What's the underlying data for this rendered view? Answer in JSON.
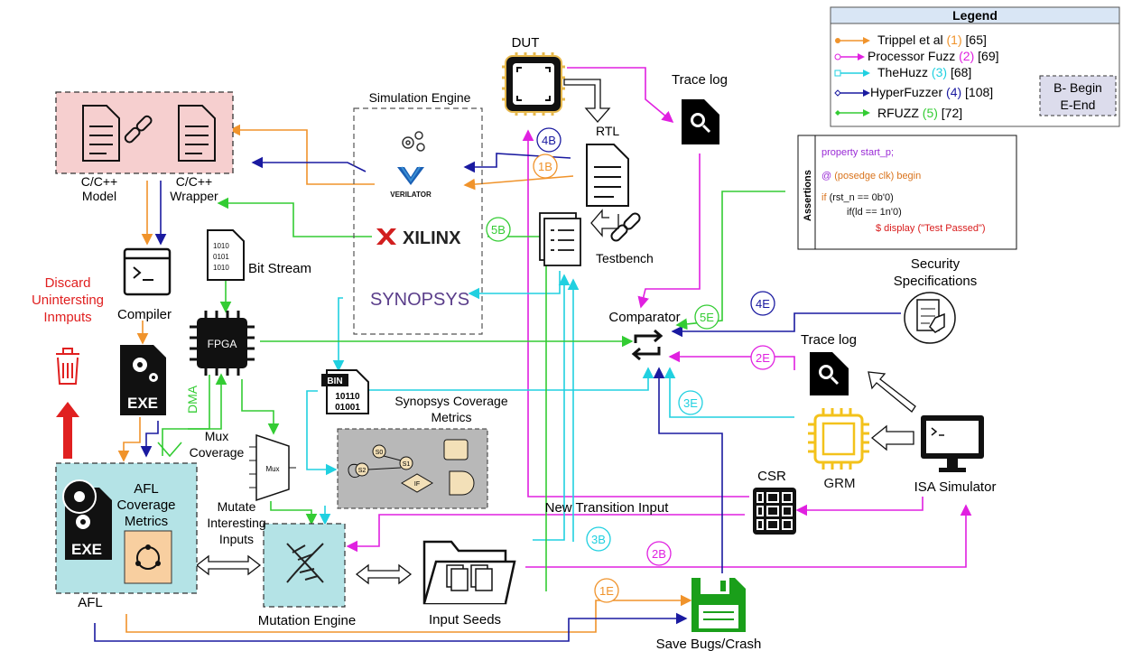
{
  "legend": {
    "title": "Legend",
    "entries": [
      {
        "label": "Trippel et al",
        "num": "(1)",
        "ref": "[65]",
        "color": "#f0932b"
      },
      {
        "label": "Processor Fuzz",
        "num": "(2)",
        "ref": "[69]",
        "color": "#e020e0"
      },
      {
        "label": "TheHuzz",
        "num": "(3)",
        "ref": "[68]",
        "color": "#20d0e0"
      },
      {
        "label": "HyperFuzzer",
        "num": "(4)",
        "ref": "[108]",
        "color": "#1a1aa0"
      },
      {
        "label": "RFUZZ",
        "num": "(5)",
        "ref": "[72]",
        "color": "#33cc33"
      }
    ],
    "begin_end_line1": "B- Begin",
    "begin_end_line2": "E-End"
  },
  "labels": {
    "dut": "DUT",
    "trace_log_top": "Trace log",
    "simulation_engine": "Simulation Engine",
    "rtl": "RTL",
    "c_model_1": "C/C++",
    "c_model_2": "Model",
    "c_wrapper_1": "C/C++",
    "c_wrapper_2": "Wrapper",
    "verilator": "VERILATOR",
    "xilinx": "XILINX",
    "synopsys": "SYNOPSYS",
    "bit_stream": "Bit Stream",
    "testbench": "Testbench",
    "compiler": "Compiler",
    "discard_1": "Discard",
    "discard_2": "Unintersting",
    "discard_3": "Inmputs",
    "fpga": "FPGA",
    "dma": "DMA",
    "exe": "EXE",
    "comparator": "Comparator",
    "security_1": "Security",
    "security_2": "Specifications",
    "trace_log_right": "Trace log",
    "synopsys_cov_1": "Synopsys Coverage",
    "synopsys_cov_2": "Metrics",
    "mux_cov_1": "Mux",
    "mux_cov_2": "Coverage",
    "mux": "Mux",
    "afl_cov_1": "AFL",
    "afl_cov_2": "Coverage",
    "afl_cov_3": "Metrics",
    "mutate_1": "Mutate",
    "mutate_2": "Interesting",
    "mutate_3": "Inputs",
    "afl": "AFL",
    "mutation_engine": "Mutation Engine",
    "input_seeds": "Input Seeds",
    "new_transition": "New Transition Input",
    "csr": "CSR",
    "grm": "GRM",
    "isa_simulator": "ISA Simulator",
    "save_bugs": "Save Bugs/Crash",
    "bin": "BIN",
    "bin_1": "10110",
    "bin_2": "01001",
    "s0": "S0",
    "s1": "S1",
    "s2": "S2",
    "if": "IF"
  },
  "assertions": {
    "tag": "Assertions",
    "line1": "property start_p;",
    "line2_at": "@",
    "line2_rest": " (posedge clk) begin",
    "line3_if": "if",
    "line3_rest": "(rst_n == 0b'0)",
    "line4": "if(ld == 1n'0)",
    "line5": "$ display (\"Test Passed\")"
  },
  "markers": {
    "m4b": "4B",
    "m1b": "1B",
    "m5b": "5B",
    "m5e": "5E",
    "m4e": "4E",
    "m2e": "2E",
    "m3e": "3E",
    "m3b": "3B",
    "m2b": "2B",
    "m1e": "1E"
  },
  "colors": {
    "orange": "#f0932b",
    "magenta": "#e020e0",
    "cyan": "#20d0e0",
    "blue": "#1a1aa0",
    "green": "#33cc33",
    "red": "#e02020",
    "pink_box": "#f6cfcf",
    "teal_box": "#b4e3e6"
  }
}
